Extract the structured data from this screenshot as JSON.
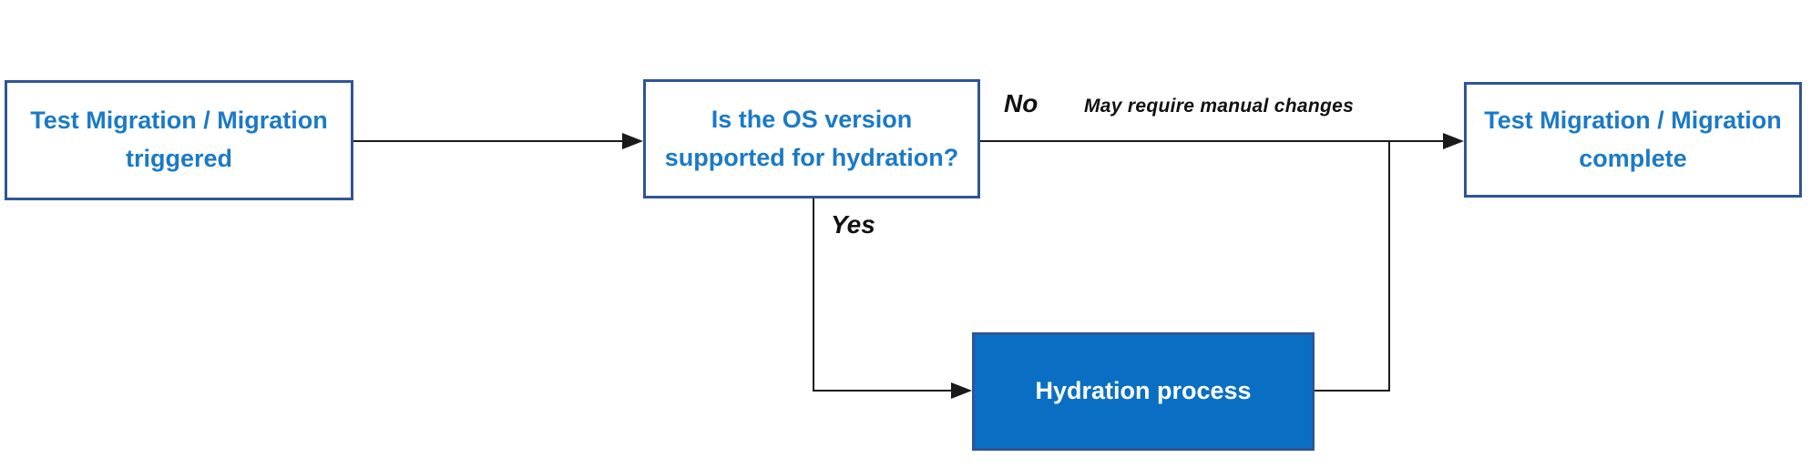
{
  "diagram": {
    "type": "flowchart",
    "nodes": {
      "start": {
        "label": "Test Migration / Migration triggered"
      },
      "decision": {
        "label": "Is the OS version supported for hydration?"
      },
      "process": {
        "label": "Hydration process"
      },
      "complete": {
        "label": "Test Migration / Migration complete"
      }
    },
    "edges": {
      "start_to_decision": {
        "from": "start",
        "to": "decision",
        "label": ""
      },
      "no_branch": {
        "from": "decision",
        "to": "complete",
        "label": "No",
        "note": "May require manual changes"
      },
      "yes_branch": {
        "from": "decision",
        "to": "process",
        "label": "Yes"
      },
      "process_to_complete": {
        "from": "process",
        "to": "complete",
        "label": ""
      }
    },
    "colors": {
      "node_border": "#2F5597",
      "node_text_blue": "#1B7AC6",
      "process_fill": "#0A6FC2",
      "process_text": "#FFFFFF",
      "connector_line": "#1A1A1A",
      "edge_label_text": "#111111",
      "background": "#FFFFFF"
    }
  }
}
